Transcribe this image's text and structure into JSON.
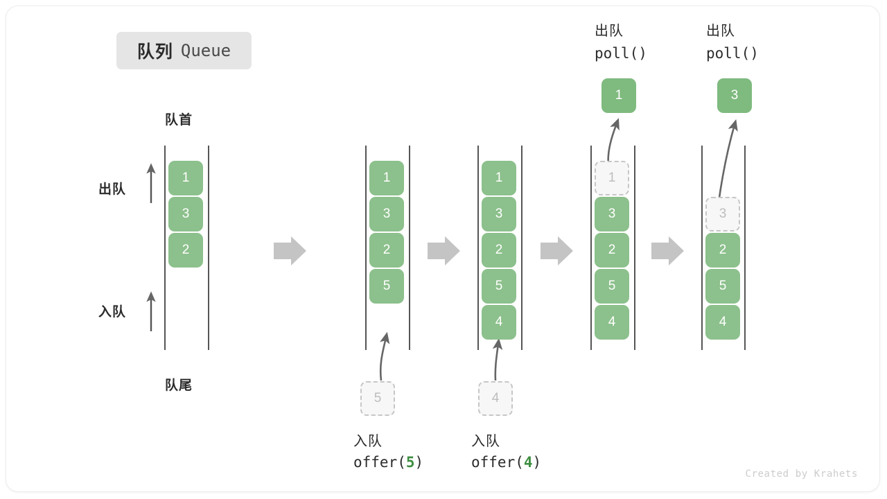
{
  "title": {
    "cn": "队列",
    "en": "Queue"
  },
  "labels": {
    "front": "队首",
    "rear": "队尾",
    "dequeue": "出队",
    "enqueue": "入队"
  },
  "credit": "Created by Krahets",
  "colors": {
    "box_green": "#8cc08c",
    "ghost_fill": "#f7f7f7",
    "ghost_border": "#c6c6c6",
    "rail": "#555555",
    "arrow_gray": "#666666",
    "step_arrow": "#c4c4c4",
    "badge_bg": "#e5e5e5",
    "code_green": "#3e8e41",
    "text": "#2b2b2b",
    "credit": "#cccccc"
  },
  "steps": [
    {
      "id": "initial",
      "items": [
        "1",
        "3",
        "2"
      ],
      "ghost": null,
      "popped": null,
      "op_cn": null,
      "op_code": null
    },
    {
      "id": "after-offer-5",
      "items": [
        "1",
        "3",
        "2",
        "5"
      ],
      "ghost": "5",
      "popped": null,
      "op_cn": "入队",
      "op_code": "offer(5)",
      "op_arg": "5"
    },
    {
      "id": "after-offer-4",
      "items": [
        "1",
        "3",
        "2",
        "5",
        "4"
      ],
      "ghost": "4",
      "popped": null,
      "op_cn": "入队",
      "op_code": "offer(4)",
      "op_arg": "4"
    },
    {
      "id": "poll-1",
      "items": [
        "3",
        "2",
        "5",
        "4"
      ],
      "ghost": "1",
      "popped": "1",
      "op_cn": "出队",
      "op_code": "poll()"
    },
    {
      "id": "poll-3",
      "items": [
        "2",
        "5",
        "4"
      ],
      "ghost": "3",
      "popped": "3",
      "op_cn": "出队",
      "op_code": "poll()"
    }
  ]
}
